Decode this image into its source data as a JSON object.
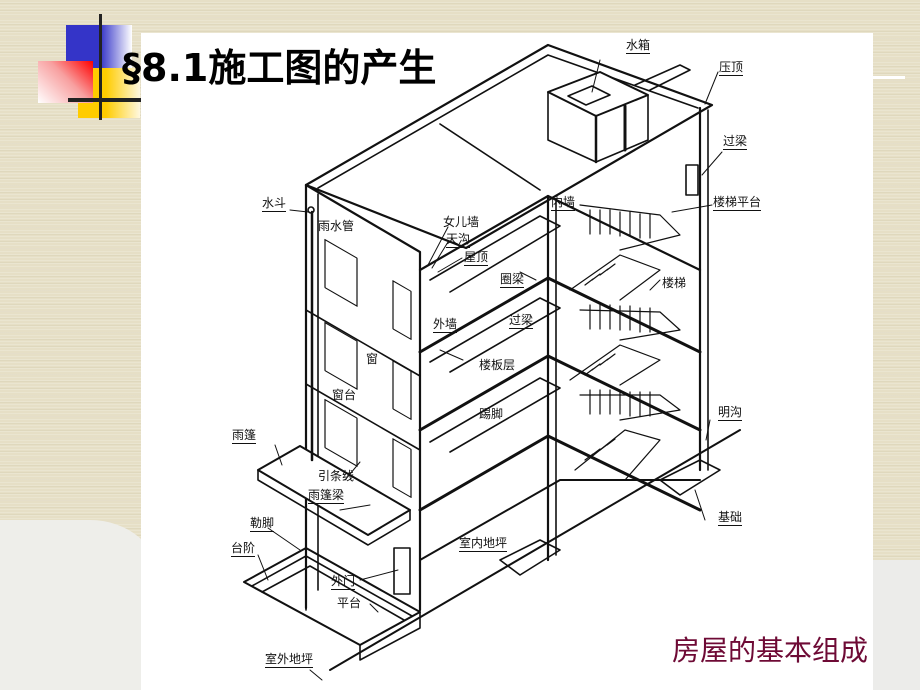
{
  "slide": {
    "title": "§8.1施工图的产生",
    "caption": "房屋的基本组成",
    "colors": {
      "background": "#e6dfc6",
      "panel": "#ffffff",
      "caption": "#6e0a35",
      "logo_blue": "#3434c8",
      "logo_yellow": "#ffcc00",
      "logo_red": "#ff0000"
    }
  },
  "diagram": {
    "subject": "building-cutaway-isometric",
    "labels": {
      "water_tank": "水箱",
      "coping": "压顶",
      "lintel_top": "过梁",
      "stair_landing": "楼梯平台",
      "inner_wall": "内墙",
      "rain_hopper": "水斗",
      "downpipe": "雨水管",
      "parapet": "女儿墙",
      "gutter": "天沟",
      "roof": "屋顶",
      "ring_beam": "圈梁",
      "stairs": "楼梯",
      "outer_wall": "外墙",
      "lintel_mid": "过梁",
      "window": "窗",
      "floor_slab": "楼板层",
      "window_sill": "窗台",
      "skirting": "踢脚",
      "open_drain": "明沟",
      "canopy": "雨篷",
      "drip_line": "引条线",
      "canopy_beam": "雨篷梁",
      "foundation": "基础",
      "plinth": "勒脚",
      "indoor_floor": "室内地坪",
      "steps": "台阶",
      "outer_door": "外门",
      "platform": "平台",
      "outdoor_ground": "室外地坪"
    }
  }
}
